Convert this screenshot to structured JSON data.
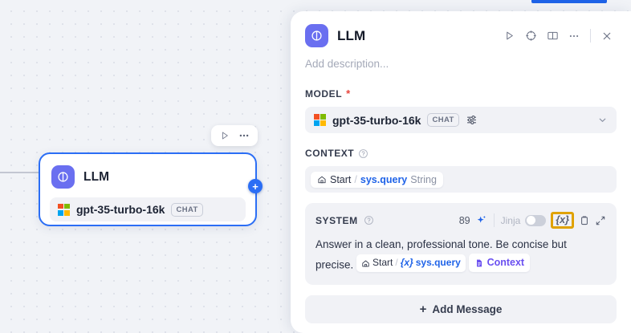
{
  "canvas": {
    "node": {
      "icon_name": "llm-node-icon",
      "title": "LLM",
      "model": "gpt-35-turbo-16k",
      "model_badge": "CHAT",
      "add_handle": "+",
      "toolbar": [
        {
          "name": "run-node-button",
          "icon": "play-icon"
        },
        {
          "name": "node-more-button",
          "icon": "ellipsis-icon"
        }
      ]
    }
  },
  "panel": {
    "title": "LLM",
    "icon_name": "llm-panel-icon",
    "description_placeholder": "Add description...",
    "header_actions": [
      {
        "name": "run-button",
        "icon": "play-icon"
      },
      {
        "name": "locate-button",
        "icon": "target-icon"
      },
      {
        "name": "docs-button",
        "icon": "book-icon"
      },
      {
        "name": "more-button",
        "icon": "ellipsis-icon"
      },
      {
        "name": "close-button",
        "icon": "close-icon"
      }
    ],
    "model_section": {
      "label": "MODEL",
      "required_marker": "*",
      "provider_icon": "microsoft-logo-icon",
      "value": "gpt-35-turbo-16k",
      "badge": "CHAT",
      "settings_icon": "sliders-icon",
      "caret_icon": "chevron-down-icon"
    },
    "context_section": {
      "label": "CONTEXT",
      "help_icon": "help-circle-icon",
      "chip": {
        "home_icon": "home-icon",
        "source": "Start",
        "separator": "/",
        "variable": "sys.query",
        "type": "String"
      }
    },
    "system_section": {
      "label": "SYSTEM",
      "help_icon": "help-circle-icon",
      "token_count": "89",
      "generate_icon": "sparkle-icon",
      "jinja_label": "Jinja",
      "jinja_enabled": false,
      "variable_button": "{x}",
      "variable_button_highlighted": true,
      "highlight_color": "#e0a200",
      "copy_icon": "clipboard-icon",
      "expand_icon": "expand-icon",
      "prompt_text_1": "Answer in a clean, professional tone. Be concise but",
      "prompt_text_2": "precise.",
      "inline_chip": {
        "home_icon": "home-icon",
        "source": "Start",
        "separator": "/",
        "x_marker": "{x}",
        "variable": "sys.query"
      },
      "context_chip": {
        "icon": "document-icon",
        "label": "Context"
      }
    },
    "add_message_button": {
      "plus": "+",
      "label": "Add Message"
    }
  }
}
